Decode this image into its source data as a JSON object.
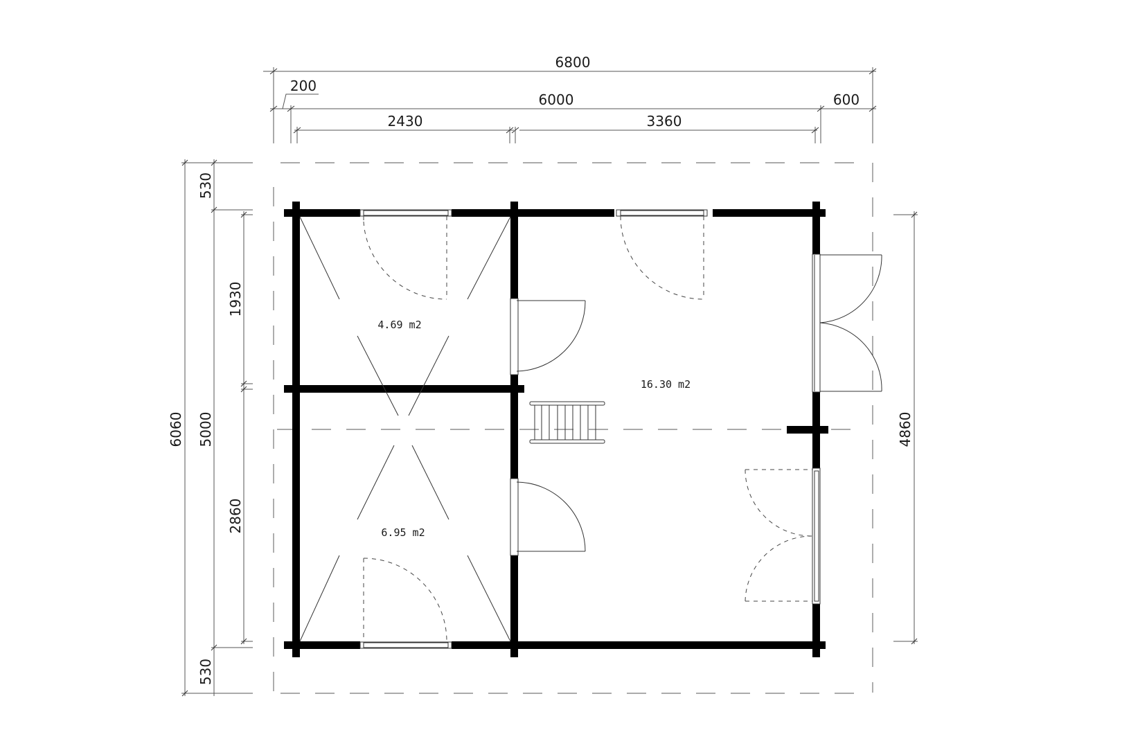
{
  "drawing": {
    "type": "floor plan",
    "units": "mm"
  },
  "dimensions": {
    "top": {
      "overall": "6800",
      "overhang_left": "200",
      "wall_length": "6000",
      "overhang_right": "600",
      "room_left_width": "2430",
      "room_right_width": "3360"
    },
    "left": {
      "overall": "6060",
      "overhang_top": "530",
      "wall_length": "5000",
      "overhang_bottom": "530",
      "room_upper_depth": "1930",
      "room_lower_depth": "2860"
    },
    "right": {
      "side_length": "4860"
    }
  },
  "rooms": [
    {
      "id": "upper-left",
      "area": "4.69 m2"
    },
    {
      "id": "lower-left",
      "area": "6.95 m2"
    },
    {
      "id": "main",
      "area": "16.30 m2"
    }
  ],
  "openings": {
    "windows": [
      "top-left-window",
      "top-right-window",
      "bottom-left-window",
      "right-lower-window"
    ],
    "doors": [
      "upper-interior-door",
      "lower-interior-door",
      "double-entrance-door"
    ],
    "stairs": "loft-ladder"
  },
  "colors": {
    "wall": "#000000",
    "dimension_line": "#555555",
    "roof_outline": "#777777",
    "background": "#ffffff"
  }
}
